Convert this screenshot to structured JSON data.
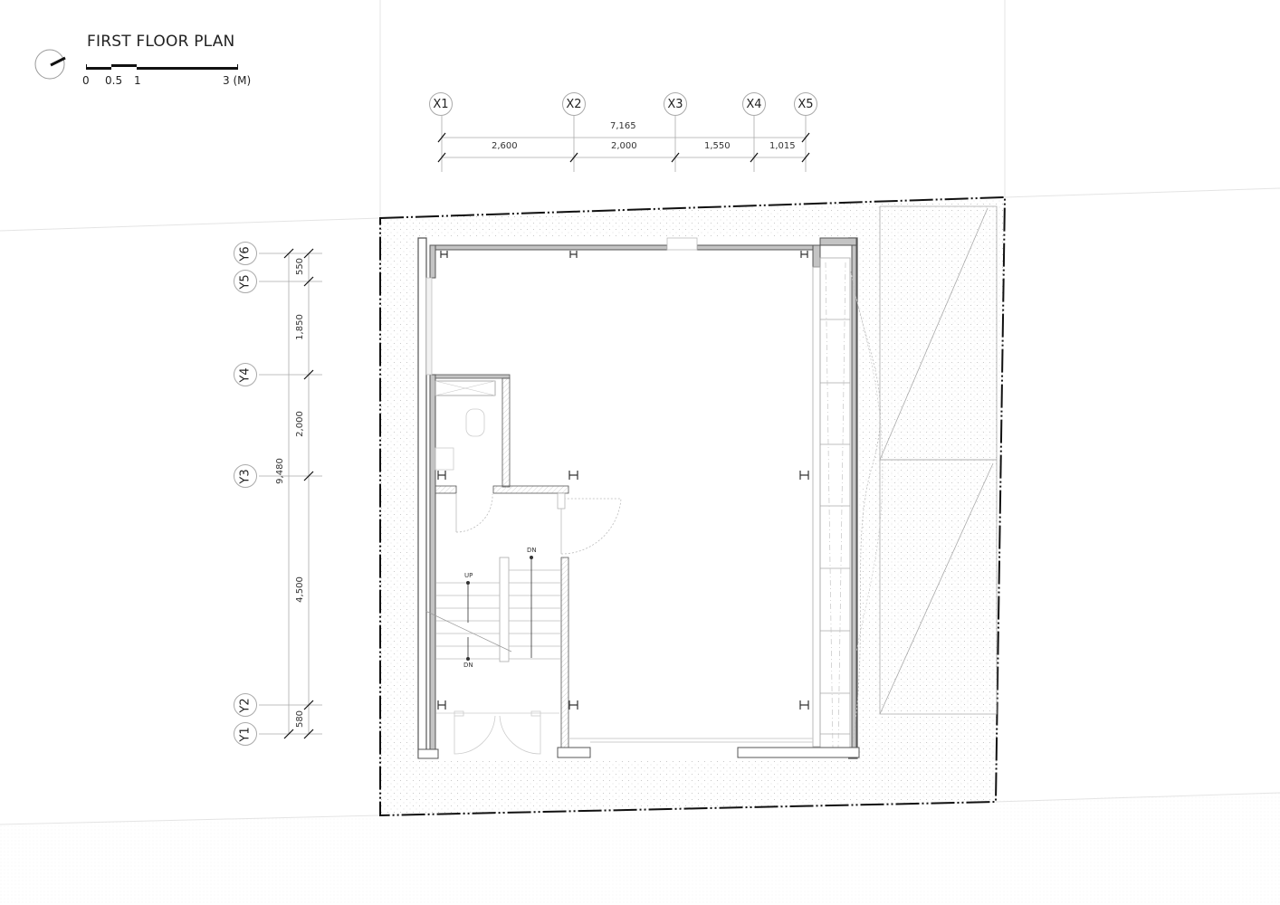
{
  "drawing": {
    "title": "FIRST FLOOR PLAN",
    "scale_bar": {
      "labels": [
        "0",
        "0.5",
        "1",
        "3 (M)"
      ]
    },
    "north_arrow": "north-arrow-icon"
  },
  "grid_x": {
    "labels": [
      "X1",
      "X2",
      "X3",
      "X4",
      "X5"
    ],
    "overall": "7,165",
    "spans": [
      "2,600",
      "2,000",
      "1,550",
      "1,015"
    ]
  },
  "grid_y": {
    "labels": [
      "Y6",
      "Y5",
      "Y4",
      "Y3",
      "Y2",
      "Y1"
    ],
    "overall": "9,480",
    "spans": [
      "550",
      "1,850",
      "2,000",
      "4,500",
      "580"
    ]
  },
  "annotations": {
    "stair_up": "UP",
    "stair_dn_lower": "DN",
    "stair_dn_upper": "DN"
  },
  "colors": {
    "line": "#222222",
    "wall_fill": "#bdbdbd",
    "light_line": "#c8c8c8",
    "site_fill_dot": "#d2d2d2"
  }
}
